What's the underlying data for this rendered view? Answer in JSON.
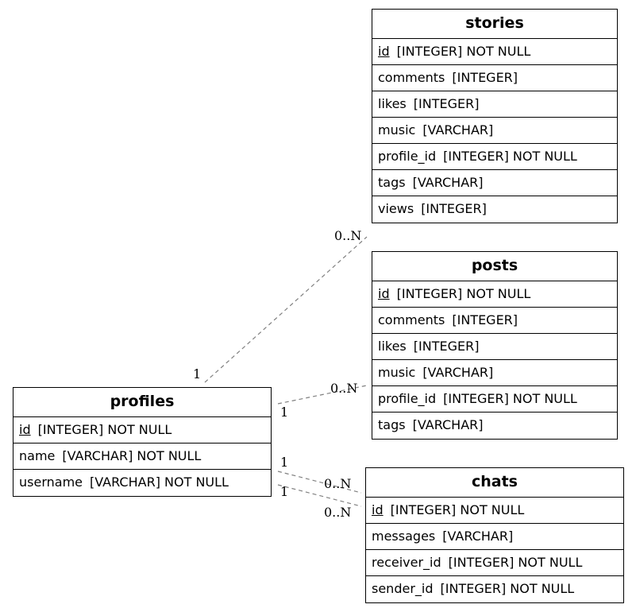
{
  "entities": {
    "stories": {
      "title": "stories",
      "fields": [
        {
          "name": "id",
          "type": "[INTEGER] NOT NULL",
          "pk": true
        },
        {
          "name": "comments",
          "type": "[INTEGER]"
        },
        {
          "name": "likes",
          "type": "[INTEGER]"
        },
        {
          "name": "music",
          "type": "[VARCHAR]"
        },
        {
          "name": "profile_id",
          "type": "[INTEGER] NOT NULL"
        },
        {
          "name": "tags",
          "type": "[VARCHAR]"
        },
        {
          "name": "views",
          "type": "[INTEGER]"
        }
      ]
    },
    "posts": {
      "title": "posts",
      "fields": [
        {
          "name": "id",
          "type": "[INTEGER] NOT NULL",
          "pk": true
        },
        {
          "name": "comments",
          "type": "[INTEGER]"
        },
        {
          "name": "likes",
          "type": "[INTEGER]"
        },
        {
          "name": "music",
          "type": "[VARCHAR]"
        },
        {
          "name": "profile_id",
          "type": "[INTEGER] NOT NULL"
        },
        {
          "name": "tags",
          "type": "[VARCHAR]"
        }
      ]
    },
    "profiles": {
      "title": "profiles",
      "fields": [
        {
          "name": "id",
          "type": "[INTEGER] NOT NULL",
          "pk": true
        },
        {
          "name": "name",
          "type": "[VARCHAR] NOT NULL"
        },
        {
          "name": "username",
          "type": "[VARCHAR] NOT NULL"
        }
      ]
    },
    "chats": {
      "title": "chats",
      "fields": [
        {
          "name": "id",
          "type": "[INTEGER] NOT NULL",
          "pk": true
        },
        {
          "name": "messages",
          "type": "[VARCHAR]"
        },
        {
          "name": "receiver_id",
          "type": "[INTEGER] NOT NULL"
        },
        {
          "name": "sender_id",
          "type": "[INTEGER] NOT NULL"
        }
      ]
    }
  },
  "relations": [
    {
      "from": "profiles",
      "to": "stories",
      "from_card": "1",
      "to_card": "0..N"
    },
    {
      "from": "profiles",
      "to": "posts",
      "from_card": "1",
      "to_card": "0..N"
    },
    {
      "from": "profiles",
      "to": "chats",
      "from_card": "1",
      "to_card": "0..N"
    },
    {
      "from": "profiles",
      "to": "chats",
      "from_card": "1",
      "to_card": "0..N"
    }
  ],
  "colors": {
    "relation_line": "#808080",
    "border": "#000000"
  }
}
